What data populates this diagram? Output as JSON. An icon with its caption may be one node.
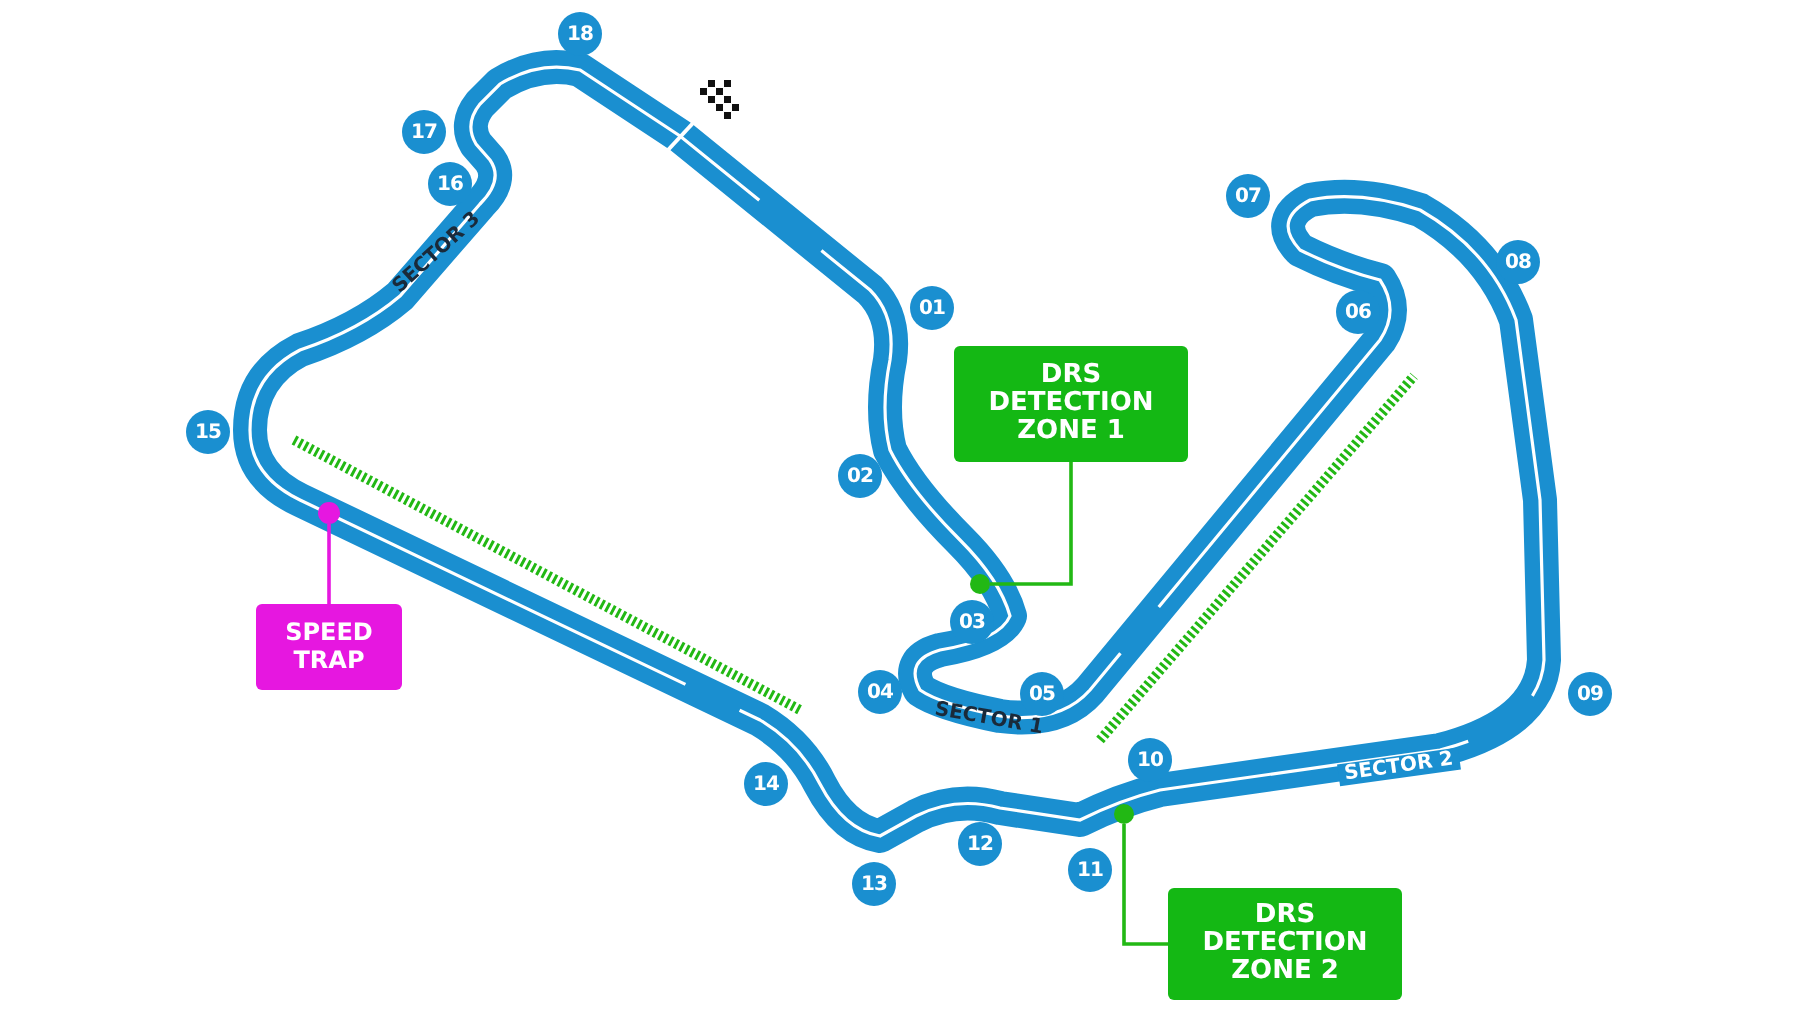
{
  "diagram": {
    "nodes": [
      {
        "text": [
          "DRS DETECTION ZONE 1"
        ]
      },
      {
        "text": [],
        "shape": "circle"
      },
      {
        "text": [
          "SPEED TRAP"
        ]
      },
      {
        "text": [],
        "shape": "circle"
      },
      {
        "text": [
          "DRS DETECTION ZONE 2"
        ]
      },
      {
        "text": [],
        "shape": "circle"
      }
    ],
    "edges": [
      {
        "from": 0,
        "to": 1,
        "arrow": "none"
      },
      {
        "from": 2,
        "to": 3,
        "arrow": "none",
        "color": "#e617e0"
      },
      {
        "from": 4,
        "to": 5,
        "arrow": "none"
      }
    ],
    "labels": [
      "18",
      "17",
      "16",
      "SECTOR 3",
      "07",
      "01",
      "08",
      "06",
      "15",
      "02",
      "03",
      "04",
      "05",
      "SECTOR 1",
      "09",
      "10",
      "SECTOR 2",
      "14",
      "12",
      "11",
      "13"
    ]
  }
}
